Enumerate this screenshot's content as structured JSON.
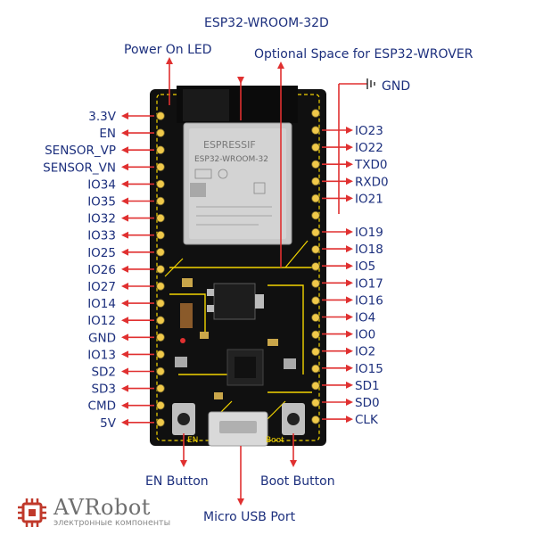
{
  "callouts": {
    "module": "ESP32-WROOM-32D",
    "power_led": "Power On LED",
    "optional_space": "Optional Space for ESP32-WROVER",
    "gnd": "GND",
    "en_button": "EN Button",
    "boot_button": "Boot Button",
    "micro_usb": "Micro USB Port"
  },
  "left_pins": [
    "3.3V",
    "EN",
    "SENSOR_VP",
    "SENSOR_VN",
    "IO34",
    "IO35",
    "IO32",
    "IO33",
    "IO25",
    "IO26",
    "IO27",
    "IO14",
    "IO12",
    "GND",
    "IO13",
    "SD2",
    "SD3",
    "CMD",
    "5V"
  ],
  "right_pins": [
    "IO23",
    "IO22",
    "TXD0",
    "RXD0",
    "IO21",
    "IO19",
    "IO18",
    "IO5",
    "IO17",
    "IO16",
    "IO4",
    "IO0",
    "IO2",
    "IO15",
    "SD1",
    "SD0",
    "CLK"
  ],
  "module_marking": {
    "brand": "ESPRESSIF",
    "model": "ESP32-WROOM-32"
  },
  "board_silkscreen": {
    "en": "EN",
    "boot": "Boot"
  },
  "logo": {
    "name": "AVRobot",
    "subtitle": "электронные компоненты"
  },
  "colors": {
    "label": "#1c2f7d",
    "arrow": "#e03030",
    "pcb": "#101010",
    "silk": "#f2d400",
    "module_shield": "#c8c8c8"
  }
}
